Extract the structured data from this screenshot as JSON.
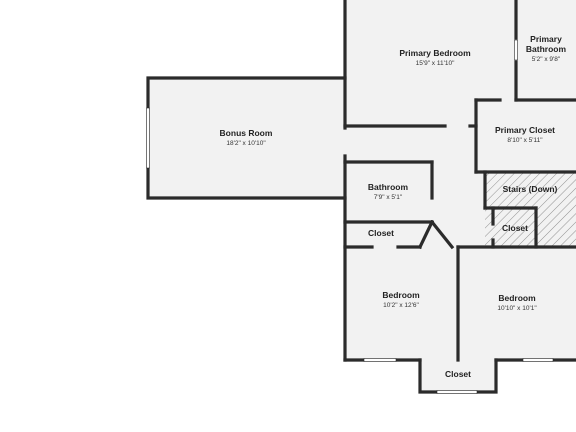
{
  "rooms": {
    "primary_bedroom": {
      "name": "Primary Bedroom",
      "dims": "15'9\" x 11'10\""
    },
    "primary_bathroom": {
      "name_line1": "Primary",
      "name_line2": "Bathroom",
      "dims": "5'2\" x 9'8\""
    },
    "bonus_room": {
      "name": "Bonus Room",
      "dims": "18'2\" x 10'10\""
    },
    "primary_closet": {
      "name": "Primary Closet",
      "dims": "8'10\" x 5'11\""
    },
    "bathroom": {
      "name": "Bathroom",
      "dims": "7'9\" x 5'1\""
    },
    "stairs": {
      "name": "Stairs (Down)"
    },
    "closet_hall": {
      "name": "Closet"
    },
    "closet_stairs": {
      "name": "Closet"
    },
    "bedroom_left": {
      "name": "Bedroom",
      "dims": "10'2\" x 12'6\""
    },
    "bedroom_right": {
      "name": "Bedroom",
      "dims": "10'10\" x 10'1\""
    },
    "closet_bottom": {
      "name": "Closet"
    }
  },
  "colors": {
    "wall": "#2b2b2b",
    "floor": "#f2f2f2",
    "stair_hatch": "#7a7a7a",
    "window": "#c8c8c8"
  }
}
